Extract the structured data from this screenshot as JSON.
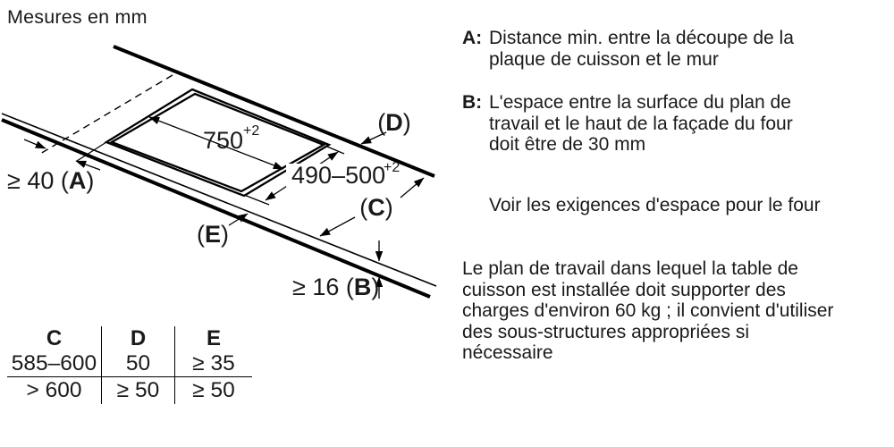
{
  "title": "Mesures en mm",
  "diagram": {
    "dim_width": {
      "value": "750",
      "tolerance": "+2"
    },
    "dim_depth": {
      "value": "490–500",
      "tolerance": "+2"
    },
    "label_a": {
      "pre": "≥ 40 (",
      "letter": "A",
      "post": ")"
    },
    "label_b": {
      "pre": "≥ 16 (",
      "letter": "B",
      "post": ")"
    },
    "label_c": {
      "pre": "(",
      "letter": "C",
      "post": ")"
    },
    "label_d": {
      "pre": "(",
      "letter": "D",
      "post": ")"
    },
    "label_e": {
      "pre": "(",
      "letter": "E",
      "post": ")"
    }
  },
  "table": {
    "headers": [
      "C",
      "D",
      "E"
    ],
    "rows": [
      [
        "585–600",
        "50",
        "≥ 35"
      ],
      [
        "> 600",
        "≥ 50",
        "≥ 50"
      ]
    ]
  },
  "notes": {
    "item_a": {
      "label": "A:",
      "lines": [
        "Distance min. entre la découpe de la",
        "plaque de cuisson et le mur"
      ]
    },
    "item_b": {
      "label": "B:",
      "lines": [
        "L'espace entre la surface du plan de",
        "travail et le haut de la façade du four",
        "doit être de 30 mm"
      ]
    },
    "see_also": "Voir les exigences d'espace pour le four",
    "load_note": {
      "lines": [
        "Le plan de travail dans lequel la table de",
        "cuisson est installée doit supporter des",
        "charges d'environ 60 kg ; il convient d'utiliser",
        "des sous-structures appropriées si",
        "nécessaire"
      ]
    }
  },
  "colors": {
    "ink": "#1a1a1a",
    "line": "#000000",
    "background": "#ffffff"
  }
}
